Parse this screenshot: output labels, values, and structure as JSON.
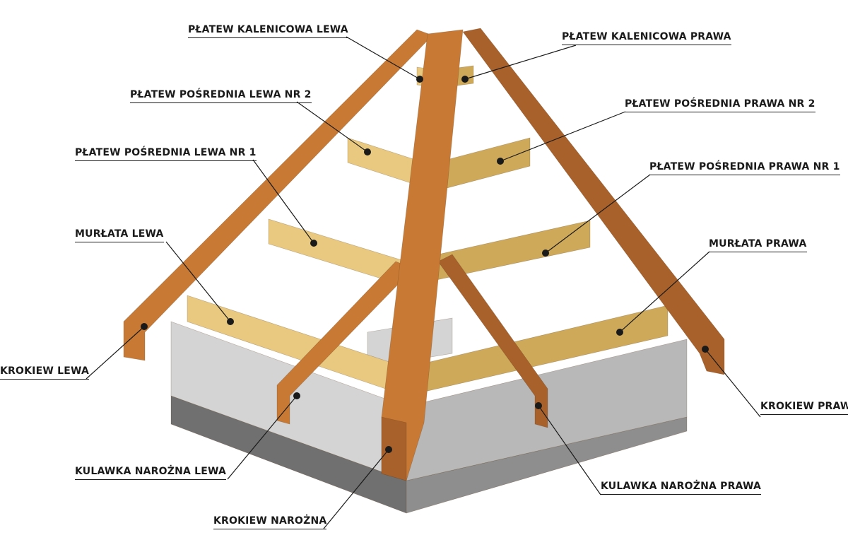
{
  "labels": {
    "ridge_left": "PŁATEW KALENICOWA LEWA",
    "ridge_right": "PŁATEW KALENICOWA PRAWA",
    "mid_left_2": "PŁATEW POŚREDNIA LEWA NR 2",
    "mid_right_2": "PŁATEW POŚREDNIA PRAWA NR 2",
    "mid_left_1": "PŁATEW POŚREDNIA LEWA NR 1",
    "mid_right_1": "PŁATEW POŚREDNIA PRAWA NR 1",
    "wallplate_left": "MURŁATA LEWA",
    "wallplate_right": "MURŁATA PRAWA",
    "rafter_left": "KROKIEW LEWA",
    "rafter_right": "KROKIEW PRAWA",
    "jack_left": "KULAWKA NAROŻNA LEWA",
    "jack_right": "KULAWKA NAROŻNA PRAWA",
    "hip_rafter": "KROKIEW NAROŻNA"
  },
  "colors": {
    "rafter": "#c87a35",
    "rafter_dark": "#a8612a",
    "purlin": "#e9c97f",
    "purlin_dark": "#cfa95a",
    "concrete": "#d4d4d4",
    "concrete_dark": "#b8b8b8",
    "base": "#8e8e8e",
    "base_dark": "#707070",
    "line": "#1a1a1a"
  }
}
